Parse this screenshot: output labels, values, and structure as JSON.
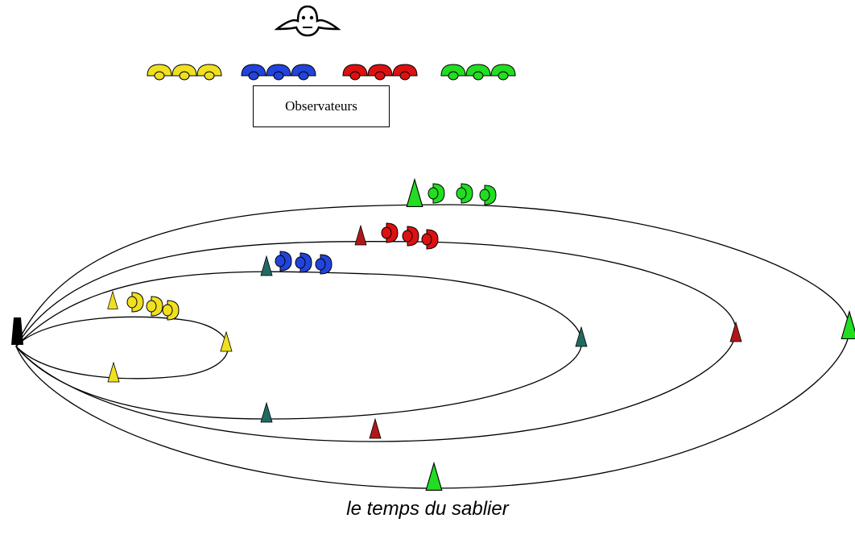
{
  "observers_label": "Observateurs",
  "caption": "le temps du sablier",
  "colors": {
    "yellow": "#f0e020",
    "blue": "#2244dd",
    "red": "#dd1111",
    "green": "#22dd22",
    "teal": "#1f6b62",
    "dark_red": "#b01818",
    "black": "#000000"
  },
  "observer_groups": [
    {
      "color": "yellow",
      "count": 3
    },
    {
      "color": "blue",
      "count": 3
    },
    {
      "color": "red",
      "count": 3
    },
    {
      "color": "green",
      "count": 3
    }
  ],
  "orbits": [
    {
      "name": "orbit-yellow",
      "travelers_color": "yellow",
      "markers_color": "yellow"
    },
    {
      "name": "orbit-blue",
      "travelers_color": "blue",
      "markers_color": "teal"
    },
    {
      "name": "orbit-red",
      "travelers_color": "red",
      "markers_color": "dark_red"
    },
    {
      "name": "orbit-green",
      "travelers_color": "green",
      "markers_color": "green"
    }
  ]
}
